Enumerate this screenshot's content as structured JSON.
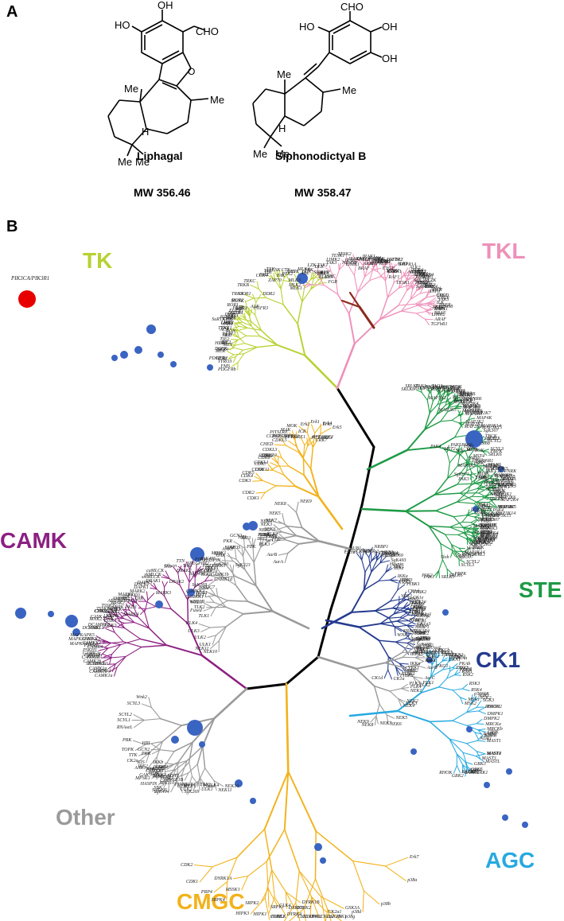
{
  "panel_a": "A",
  "panel_b": "B",
  "compound1": {
    "name": "Liphagal",
    "mw": "MW 356.46",
    "labels": {
      "oh": "OH",
      "ho": "HO",
      "cho": "CHO",
      "me1": "Me",
      "me2": "Me",
      "me3": "Me",
      "me4": "Me",
      "h": "H"
    }
  },
  "compound2": {
    "name": "Siphonodictyal B",
    "mw": "MW 358.47",
    "labels": {
      "cho": "CHO",
      "ho": "HO",
      "oh1": "OH",
      "oh2": "OH",
      "me1": "Me",
      "me2": "Me",
      "me3": "Me",
      "me4": "Me",
      "h": "H"
    }
  },
  "pik": "PIK3CA/PIK3R1",
  "groups": {
    "tk": "TK",
    "tkl": "TKL",
    "ste": "STE",
    "ck1": "CK1",
    "agc": "AGC",
    "cmgc": "CMGC",
    "other": "Other",
    "camk": "CAMK"
  },
  "colors": {
    "tk": "#b8d132",
    "tkl": "#ee90b9",
    "ste": "#1e9a45",
    "ck1": "#233a8f",
    "agc": "#27a9e0",
    "cmgc": "#f2b21a",
    "other": "#9a9a9a",
    "camk": "#8c1f82",
    "brown": "#8b2a1c",
    "hit": "#3a64c2",
    "pik_dot": "#e80000"
  },
  "kinases": {
    "tk": [
      "PDGFRb",
      "FMS",
      "PDGFRa",
      "MER",
      "TYRO3",
      "HER2",
      "EGFR",
      "AXL",
      "HER4",
      "HER3",
      "KIT",
      "FLT3",
      "RON",
      "MET",
      "TIE1",
      "TIE2",
      "TYK2",
      "JAK3",
      "JAK2",
      "KDR",
      "FLT1",
      "FLT4",
      "FGFR4",
      "FGFR1",
      "FGFR2",
      "FGFR3",
      "RET",
      "ACK",
      "TNK1",
      "LMR1",
      "LMR2",
      "LMR3",
      "SuRTK106",
      "IGF1R",
      "INSR",
      "IRR",
      "LTK",
      "ALK",
      "ROR1",
      "ROR2",
      "DDR1",
      "DDR2",
      "MUSK",
      "TRKA",
      "TRKB",
      "TRKC",
      "CCK4",
      "BMX",
      "ITK",
      "TEC",
      "TXK",
      "CTK",
      "CSK",
      "SYK",
      "ZAP70",
      "FAK",
      "PYK2",
      "ABL",
      "ARG",
      "FRK",
      "SRM",
      "BRK",
      "BLK",
      "LCK",
      "HCK",
      "LYN",
      "SRC",
      "YES",
      "FGR",
      "FYN",
      "EphA1",
      "EphA2",
      "EphA3",
      "EphA4",
      "EphA5",
      "EphA6",
      "EphA7",
      "EphA8",
      "EphB1",
      "EphB2",
      "EphB3",
      "EphB4",
      "EphA10"
    ],
    "tkl": [
      "MLK1",
      "MLK2",
      "MLK3",
      "MLK4",
      "LZK",
      "DLK",
      "TAK1",
      "TAK3",
      "HH498",
      "LIMK1",
      "LIMK2",
      "TESK1",
      "TESK2",
      "IRAK1",
      "IRAK2",
      "IRAK3",
      "IRAK4",
      "ZAK",
      "ANPa",
      "ANPb",
      "CYGD",
      "CYGF",
      "HSER",
      "ILK",
      "KSR1",
      "KSR2",
      "RAF1",
      "BRAF",
      "ARAF",
      "TGFbR1",
      "TGFbR2",
      "ACTR2",
      "ACTR2B",
      "BMPR1A",
      "BMPR1B",
      "BMPR2",
      "ALK1",
      "ALK2",
      "ALK4",
      "ALK7",
      "MISR2",
      "ANKRD3",
      "RIPK1",
      "RIPK2",
      "RIPK3",
      "SgK288",
      "SgK496",
      "LRRK1",
      "LRRK2"
    ],
    "ste": [
      "SRLK6",
      "SRLK5",
      "PAK1",
      "PAK2",
      "PAK3",
      "PAK4",
      "PAK5",
      "PAK6",
      "YSK1",
      "MST1",
      "MST2",
      "MST3",
      "MST4",
      "TAO1",
      "TAO2",
      "TAO3",
      "HGK",
      "MINK",
      "TNIK",
      "SLK",
      "LOK",
      "OSR1",
      "STLK3",
      "ZC4/NRK",
      "MYO3A",
      "MYO3B",
      "KHS1",
      "KHS2",
      "HPK1",
      "GCK",
      "MAP3K1",
      "MAP3K2",
      "MAP3K3",
      "MAP3K4",
      "MAP3K5",
      "MAP3K6",
      "MAP3K7",
      "MAP3K8",
      "MAP2K1",
      "MAP2K2",
      "MAP2K3",
      "MAP2K4",
      "MAP2K5",
      "MAP2K6",
      "MAP2K7",
      "MAP4K",
      "MAP3K14",
      "MAP3K15",
      "SgK307",
      "SgK071",
      "Slob",
      "TBCK",
      "SCYL1",
      "SCYL2",
      "SCYL3",
      "PRPK"
    ],
    "ck1": [
      "VRK1",
      "VRK2",
      "VRK3",
      "TTBK1",
      "TTBK2",
      "CK1a",
      "CK1d",
      "CK1e",
      "CK1g1",
      "CK1g2",
      "CK1g3",
      "TTK",
      "PIK3R4",
      "BUB1",
      "NRBP1",
      "NRBP2",
      "WNK1",
      "WNK4",
      "SgK396",
      "SgK069",
      "SgK493",
      "Haspin",
      "TBK1",
      "IKKe",
      "IKKa"
    ],
    "agc": [
      "AKT1",
      "AKT2",
      "AKT3",
      "PKCa",
      "PKCb",
      "PKCg",
      "PKCd",
      "PKCe",
      "PKCh",
      "PKCi",
      "PKCz",
      "PKN1",
      "PKN2",
      "PKN3",
      "PKAa",
      "PKAb",
      "PKAg",
      "PKG1",
      "PKG2",
      "PDK1",
      "RSK1",
      "RSK2",
      "RSK3",
      "RSK4",
      "MSK1",
      "MSK2",
      "p70S6K",
      "SGK1",
      "SGK2",
      "SGK3",
      "ROCK1",
      "ROCK2",
      "DMPK1",
      "DMPK2",
      "MRCKa",
      "MRCKb",
      "CRIK",
      "LATS1",
      "LATS2",
      "NDR1",
      "NDR2",
      "MAST1",
      "MAST2",
      "MAST3",
      "MAST4",
      "MASTL",
      "GRK1",
      "GRK2",
      "GRK3",
      "GRK4",
      "GRK5",
      "GRK7",
      "BARK1",
      "BARK2",
      "RHOK",
      "YANK1",
      "YANK2",
      "YANK3",
      "PRKX",
      "PRKY"
    ],
    "cmgc": [
      "CDK1",
      "CDK2",
      "CDK3",
      "CDK4",
      "CDK5",
      "CDK6",
      "CDK7",
      "CDK8",
      "CDK9",
      "CDK10",
      "CDK11",
      "CDKL1",
      "CDKL2",
      "CDKL3",
      "CDKL5",
      "PCTAIRE1",
      "PCTAIRE2",
      "PCTAIRE3",
      "PFTAIRE1",
      "PFTAIRE2",
      "CRK7",
      "CHED",
      "CCRK",
      "PITSLRE",
      "MAK",
      "ICK",
      "MOK",
      "Erk1",
      "Erk2",
      "Erk3",
      "Erk4",
      "Erk5",
      "Erk7",
      "p38a",
      "p38b",
      "p38d",
      "p38g",
      "JNK1",
      "JNK2",
      "JNK3",
      "NLK",
      "GSK3A",
      "GSK3B",
      "CK2a1",
      "CK2a2",
      "CLK1",
      "CLK2",
      "CLK3",
      "CLK4",
      "SRPK1",
      "SRPK2",
      "MSSK1",
      "DYRK1A",
      "DYRK1B",
      "DYRK2",
      "DYRK3",
      "DYRK4",
      "HIPK1",
      "HIPK2",
      "HIPK3",
      "HIPK4",
      "PRP4"
    ],
    "camk": [
      "CAMK1a",
      "CAMK1b",
      "CAMK1d",
      "CAMK1g",
      "CAMK2a",
      "CAMK2b",
      "CAMK2d",
      "CAMK2g",
      "CAMK4",
      "CAMKK1",
      "CAMKK2",
      "DCAMKL1",
      "DCAMKL2",
      "DCAMKL3",
      "PHKG1",
      "PHKG2",
      "PSKH1",
      "PSKH2",
      "MAPKAPK2",
      "MAPKAPK3",
      "MAPKAPK5",
      "MNK1",
      "MNK2",
      "CASK",
      "CHK2",
      "CHK1",
      "TSSK1",
      "TSSK2",
      "TSSK3",
      "TSSK4",
      "SSTK",
      "LKB1",
      "NuaK1",
      "NuaK2",
      "SNRK",
      "HUNK",
      "MELK",
      "BRSK1",
      "BRSK2",
      "AMPKa1",
      "AMPKa2",
      "QIK",
      "QSK",
      "SIK",
      "MARK1",
      "MARK2",
      "MARK3",
      "MARK4",
      "PKD1",
      "PKD2",
      "PKD3",
      "DAPK1",
      "DAPK2",
      "DAPK3",
      "DRAK1",
      "DRAK2",
      "smMLCK",
      "skMLCK",
      "caMLCK",
      "Trio",
      "Trad",
      "Obscn",
      "SPEG",
      "TTN",
      "PIM1",
      "PIM2",
      "PIM3",
      "STK33",
      "DRAK2",
      "MLCK4"
    ],
    "other": [
      "AurA",
      "AurB",
      "AurC",
      "PLK1",
      "PLK2",
      "PLK3",
      "PLK4",
      "NEK1",
      "NEK2",
      "NEK3",
      "NEK4",
      "NEK5",
      "NEK6",
      "NEK7",
      "NEK8",
      "NEK9",
      "NEK10",
      "NEK11",
      "ULK1",
      "ULK2",
      "ULK3",
      "ULK4",
      "Fused",
      "WEE1",
      "WEE1B",
      "MYT1",
      "BUB1",
      "CDC7",
      "TLK1",
      "TLK2",
      "CaMKK1",
      "CaMKK2",
      "IKKa",
      "IKKb",
      "TBK1",
      "PINK1",
      "SgK110",
      "SgK223",
      "SgK269",
      "SgK494",
      "SgK495",
      "SBK",
      "HASPIN",
      "MPSK1",
      "GAK",
      "AAK1",
      "BIKE",
      "MOS",
      "PEK",
      "PKR",
      "GCN2",
      "HRI",
      "IRE1",
      "IRE2",
      "KIS",
      "CK2a",
      "TTK",
      "TOPK",
      "PBK",
      "RNAseL",
      "SCYL1",
      "SCYL2",
      "SCYL3",
      "Wnk2",
      "Wnk3",
      "Slob",
      "Bub1"
    ]
  }
}
